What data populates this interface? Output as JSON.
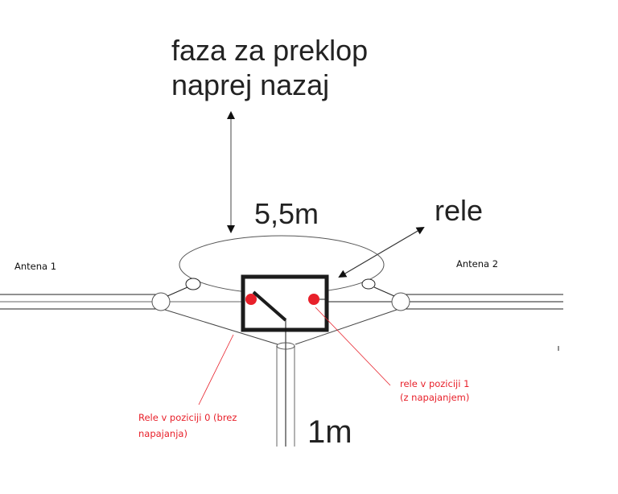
{
  "title": {
    "line1": "faza za preklop",
    "line2": "naprej nazaj"
  },
  "loop_length": "5,5m",
  "relay_label": "rele",
  "antenna1": "Antena 1",
  "antenna2": "Antena 2",
  "pos0": {
    "line1": "Rele v poziciji 0 (brez",
    "line2": "napajanja)"
  },
  "pos1": {
    "line1": "rele v poziciji 1",
    "line2": "(z napajanjem)"
  },
  "feed_length": "1m",
  "colors": {
    "annotation": "#e8202a",
    "ink": "#222222"
  }
}
